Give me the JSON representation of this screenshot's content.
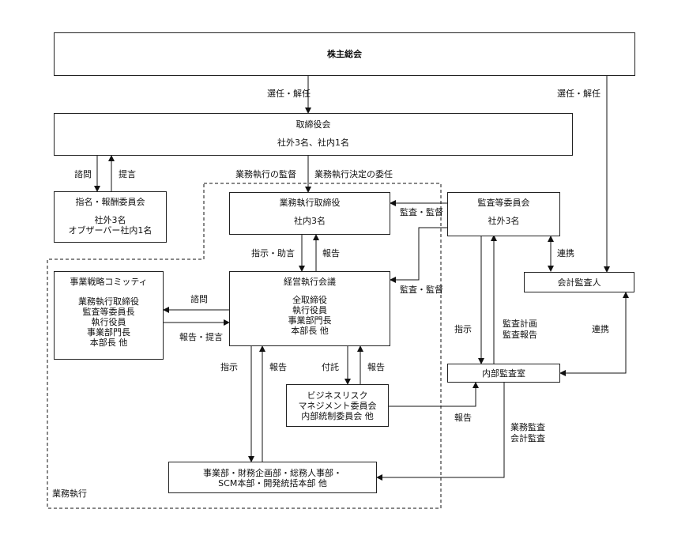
{
  "boxes": {
    "shareholders": "株主総会",
    "board": {
      "title": "取締役会",
      "members": "社外3名、社内1名"
    },
    "nomination": {
      "title": "指名・報酬委員会",
      "lines": [
        "社外3名",
        "オブザーバー社内1名"
      ]
    },
    "exec_directors": {
      "title": "業務執行取締役",
      "members": "社内3名"
    },
    "audit_committee": {
      "title": "監査等委員会",
      "members": "社外3名"
    },
    "strategy": {
      "title": "事業戦略コミッティ",
      "lines": [
        "業務執行取締役",
        "監査等委員長",
        "執行役員",
        "事業部門長",
        "本部長 他"
      ]
    },
    "exec_meeting": {
      "title": "経営執行会議",
      "lines": [
        "全取締役",
        "執行役員",
        "事業部門長",
        "本部長 他"
      ]
    },
    "auditor": "会計監査人",
    "internal_audit": "内部監査室",
    "risk": {
      "lines": [
        "ビジネスリスク",
        "マネジメント委員会",
        "内部統制委員会 他"
      ]
    },
    "departments": {
      "lines": [
        "事業部・財務企画部・総務人事部・",
        "SCM本部・開発統括本部 他"
      ]
    }
  },
  "labels": {
    "elect_dismiss_1": "選任・解任",
    "elect_dismiss_2": "選任・解任",
    "consult": "諮問",
    "propose": "提言",
    "supervise": "業務執行の監督",
    "delegate": "業務執行決定の委任",
    "audit_supervise_1": "監査・監督",
    "audit_supervise_2": "監査・監督",
    "instruct_advise": "指示・助言",
    "report_1": "報告",
    "coordinate_1": "連携",
    "coordinate_2": "連携",
    "consult_2": "諮問",
    "report_propose": "報告・提言",
    "instruct_1": "指示",
    "audit_plan": "監査計画",
    "audit_report": "監査報告",
    "instruct_2": "指示",
    "report_2": "報告",
    "entrust": "付託",
    "report_3": "報告",
    "report_4": "報告",
    "business_audit": "業務監査",
    "accounting_audit": "会計監査",
    "business_execution": "業務執行"
  }
}
